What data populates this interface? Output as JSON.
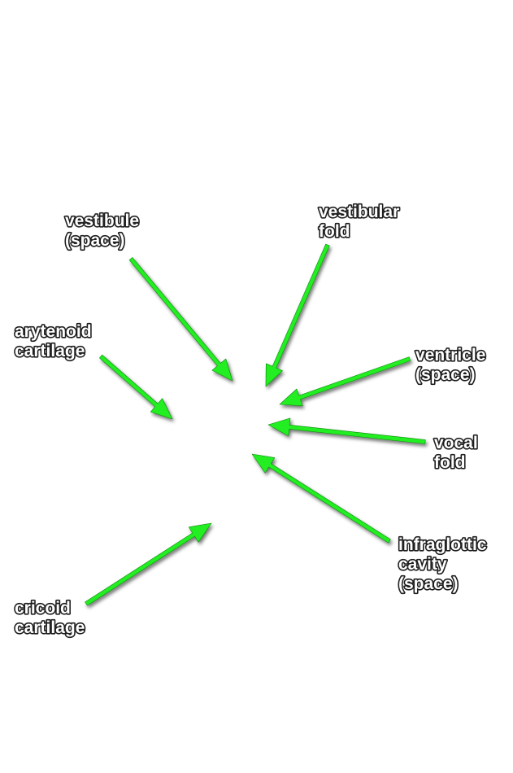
{
  "arrow_color": "#22ee22",
  "labels": {
    "vestibule": {
      "line1": "vestibule",
      "line2": "(space)"
    },
    "vestibular": {
      "line1": "vestibular",
      "line2": "fold"
    },
    "arytenoid": {
      "line1": "arytenoid",
      "line2": "cartilage"
    },
    "ventricle": {
      "line1": "ventricle",
      "line2": "(space)"
    },
    "vocal": {
      "line1": "vocal",
      "line2": "fold"
    },
    "infraglottic": {
      "line1": "infraglottic",
      "line2": "cavity",
      "line3": "(space)"
    },
    "cricoid": {
      "line1": "cricoid",
      "line2": "cartilage"
    }
  }
}
